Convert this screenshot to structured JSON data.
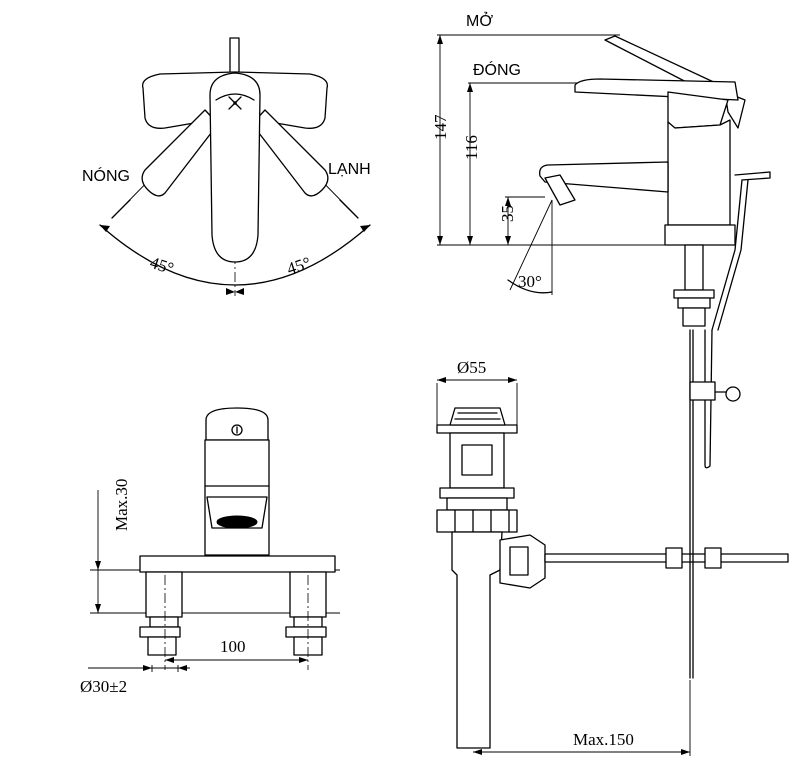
{
  "labels": {
    "open": "MỞ",
    "close": "ĐÓNG",
    "hot": "NÓNG",
    "cold": "LẠNH"
  },
  "dimensions": {
    "angle_left": "45°",
    "angle_right": "45°",
    "height_total": "147",
    "height_body": "116",
    "height_spout": "35",
    "spout_angle": "30°",
    "drain_diameter": "Ø55",
    "max_deck": "Max.30",
    "center_distance": "100",
    "hole_diameter": "Ø30±2",
    "max_rod": "Max.150"
  }
}
